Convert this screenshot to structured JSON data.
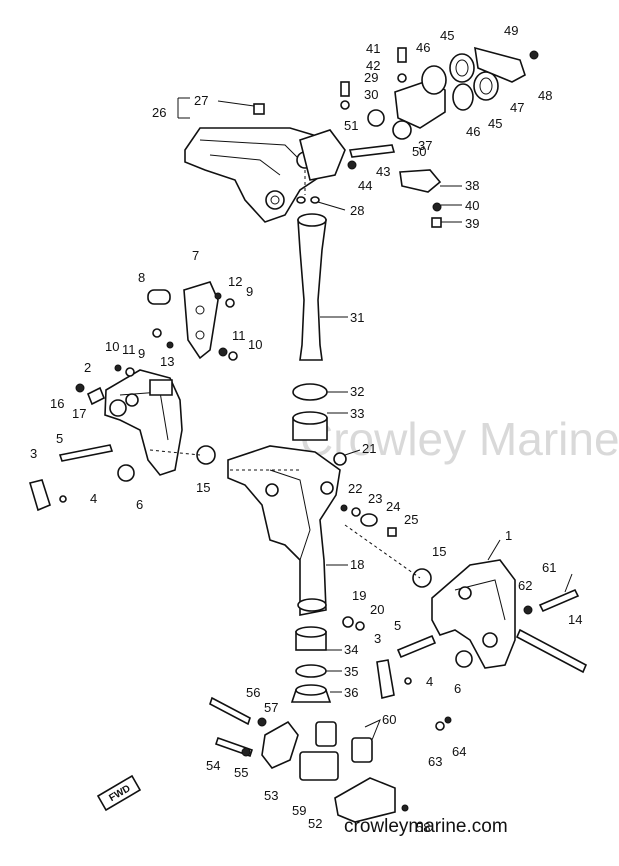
{
  "watermark": "Crowley Marine",
  "site": "crowleymarine.com",
  "fwd_tag": "FWD",
  "callouts": [
    "1",
    "2",
    "3",
    "4",
    "5",
    "6",
    "7",
    "8",
    "9",
    "10",
    "11",
    "12",
    "13",
    "14",
    "15",
    "16",
    "17",
    "18",
    "19",
    "20",
    "21",
    "22",
    "23",
    "24",
    "25",
    "26",
    "27",
    "28",
    "29",
    "30",
    "31",
    "32",
    "33",
    "34",
    "35",
    "36",
    "37",
    "38",
    "39",
    "40",
    "41",
    "42",
    "43",
    "44",
    "45",
    "46",
    "47",
    "48",
    "49",
    "50",
    "51",
    "52",
    "53",
    "54",
    "55",
    "56",
    "57",
    "58",
    "59",
    "60",
    "61",
    "62",
    "63",
    "64"
  ],
  "extra_callouts": [
    "3",
    "4",
    "5",
    "6",
    "9",
    "10",
    "11",
    "15",
    "45",
    "46"
  ]
}
